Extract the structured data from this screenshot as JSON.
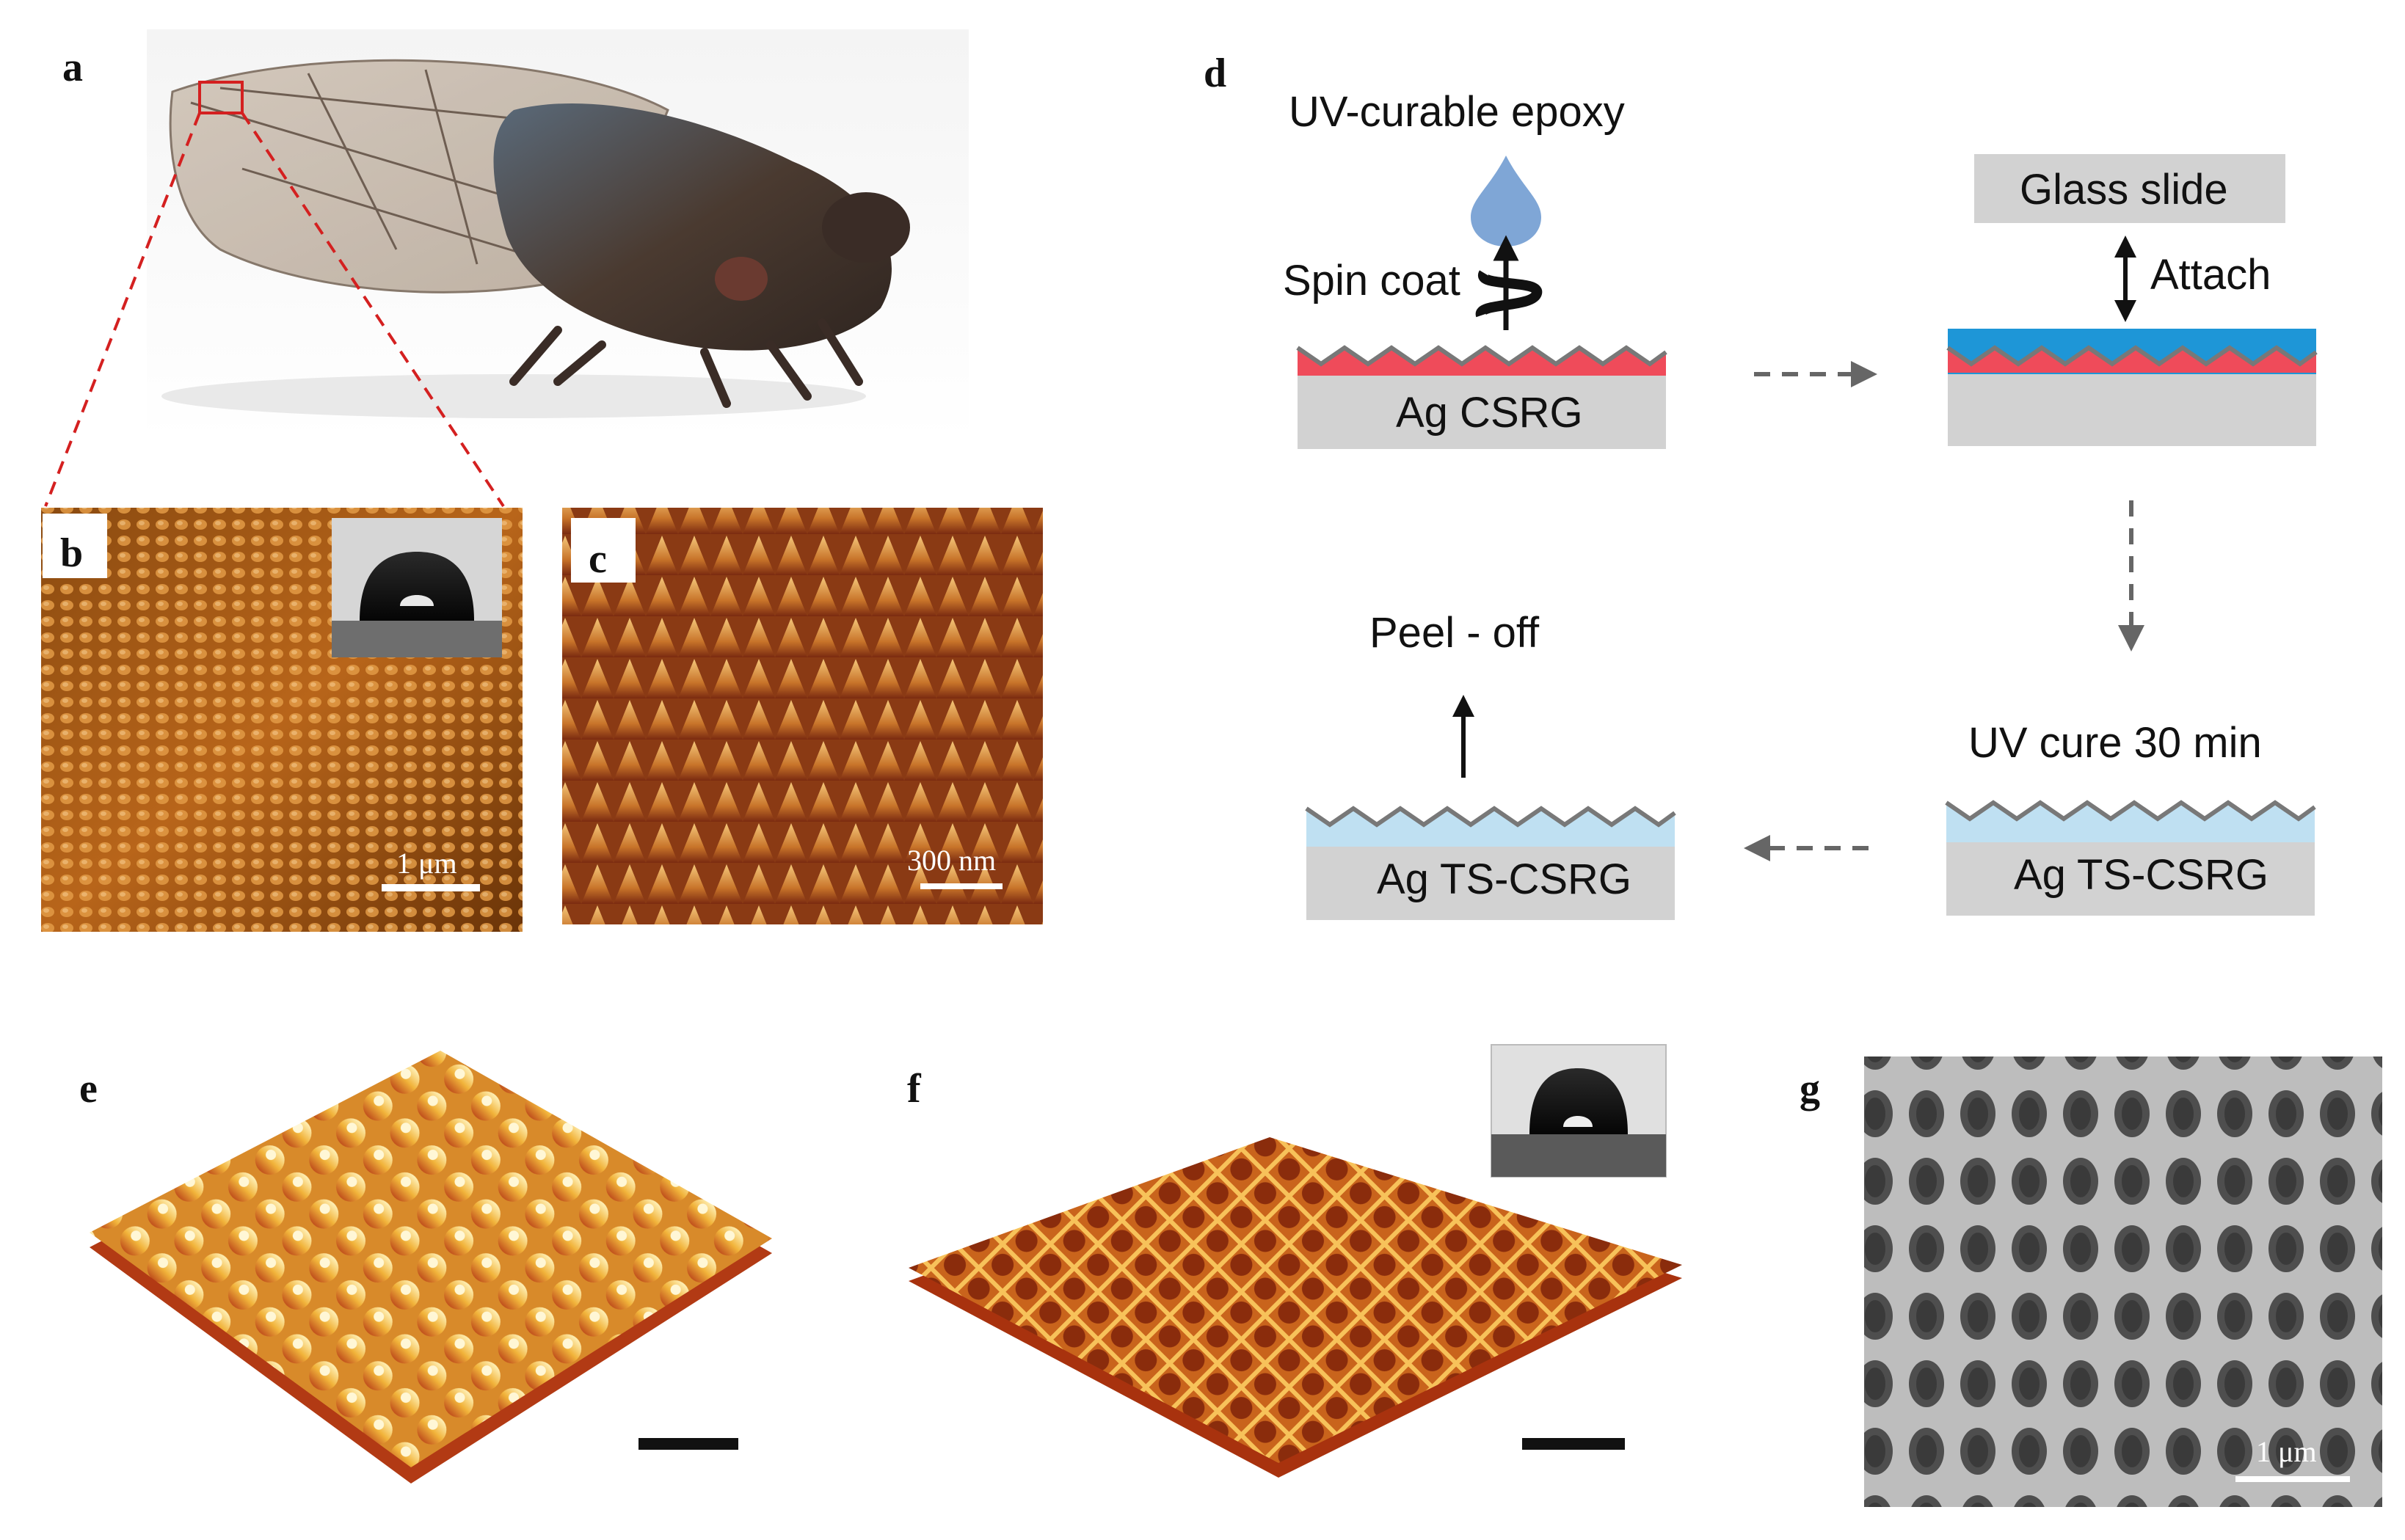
{
  "panel_labels": {
    "a": "a",
    "b": "b",
    "c": "c",
    "d": "d",
    "e": "e",
    "f": "f",
    "g": "g"
  },
  "scale_bars": {
    "b": "1 μm",
    "c": "300 nm",
    "g": "1 μm"
  },
  "schematic": {
    "epoxy": "UV-curable epoxy",
    "spin_coat": "Spin coat",
    "glass_slide": "Glass slide",
    "attach": "Attach",
    "substrate_1": "Ag CSRG",
    "uv_cure": "UV cure 30 min",
    "substrate_2": "Ag TS-CSRG",
    "peel_off": "Peel - off",
    "substrate_3": "Ag TS-CSRG"
  },
  "colors": {
    "scale_line_red": "#d42020",
    "epoxy_drop": "#7fa6d6",
    "substrate_gray": "#d2d2d2",
    "silver_pink": "#ef4b5a",
    "epoxy_blue": "#1e96d7",
    "cured_light_blue": "#bfe0f2",
    "grating_line": "#787878",
    "arrow_gray": "#666666"
  }
}
